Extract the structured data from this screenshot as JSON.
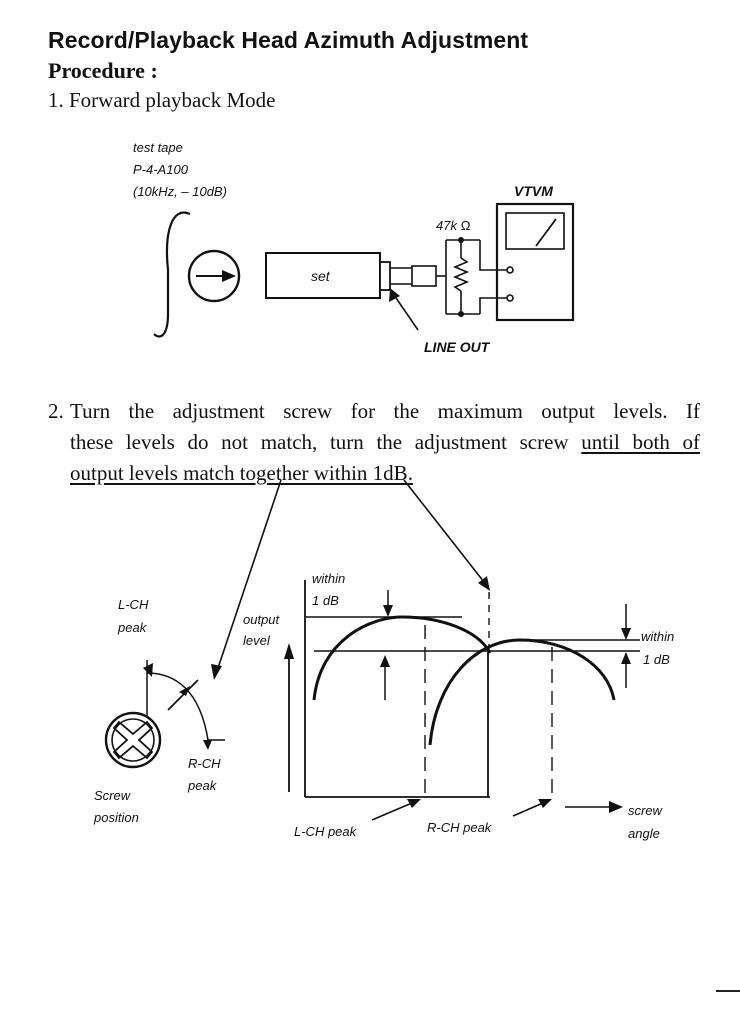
{
  "doc": {
    "title": "Record/Playback Head Azimuth Adjustment",
    "procedure_heading": "Procedure :",
    "step1": "1. Forward playback Mode",
    "step2_number": "2.",
    "step2_line1": "Turn the adjustment screw for the maximum output levels. If",
    "step2_line2_a": "these levels do not match, turn the adjustment screw ",
    "step2_line2_b": "until both of",
    "step2_line3": "output levels match together within 1dB."
  },
  "diagram1": {
    "test_tape_1": "test tape",
    "test_tape_2": "P-4-A100",
    "test_tape_3": "(10kHz, – 10dB)",
    "set_label": "set",
    "resistor_label": "47k Ω",
    "meter_label": "VTVM",
    "line_out_label": "LINE OUT"
  },
  "diagram2": {
    "lch_peak_label_1": "L-CH",
    "lch_peak_label_2": "peak",
    "rch_peak_label_1": "R-CH",
    "rch_peak_label_2": "peak",
    "screw_position_1": "Screw",
    "screw_position_2": "position",
    "output_level_1": "output",
    "output_level_2": "level",
    "within_top_1": "within",
    "within_top_2": "1 dB",
    "within_right_1": "within",
    "within_right_2": "1 dB",
    "lch_peak_axis": "L-CH peak",
    "rch_peak_axis": "R-CH peak",
    "screw_angle_1": "screw",
    "screw_angle_2": "angle"
  }
}
